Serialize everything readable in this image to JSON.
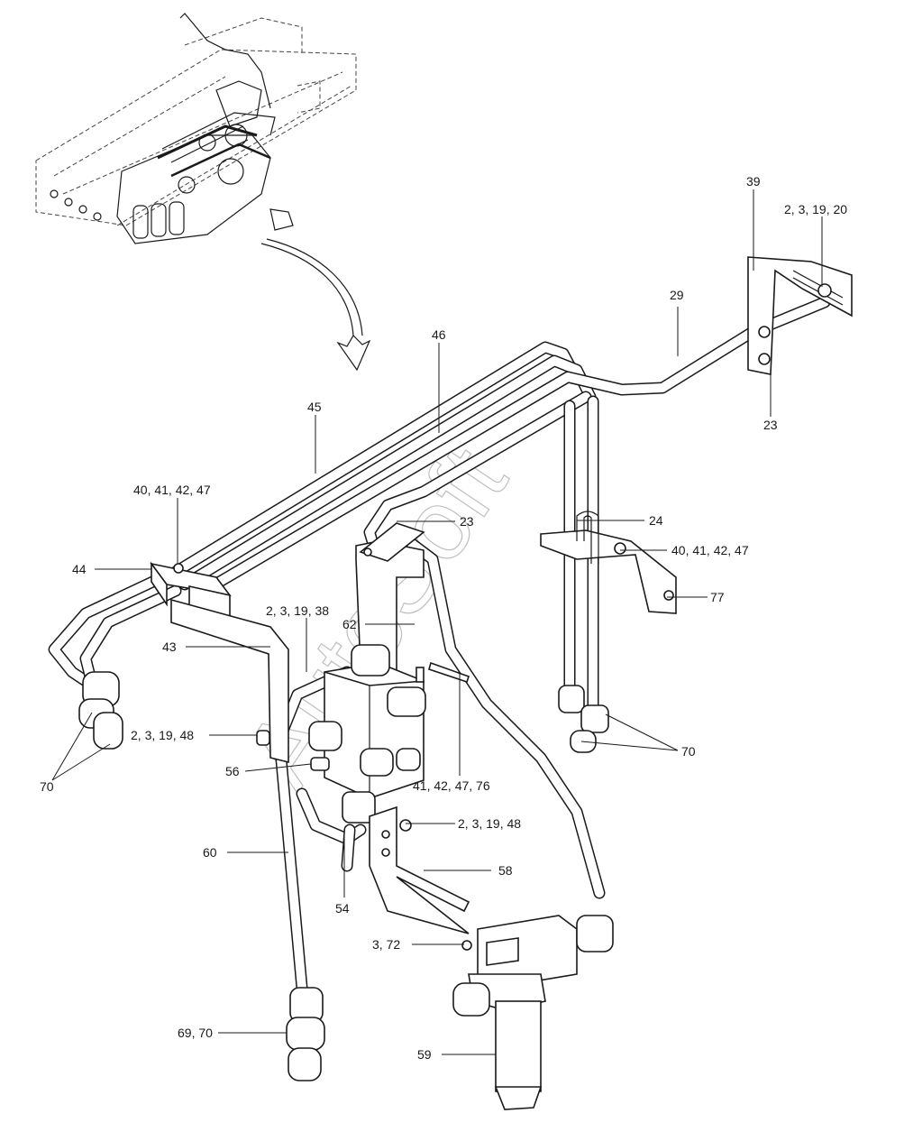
{
  "watermark": "AutoSoft",
  "callouts": [
    {
      "id": "c39",
      "text": "39"
    },
    {
      "id": "c2_3_19_20",
      "text": "2, 3, 19, 20"
    },
    {
      "id": "c29",
      "text": "29"
    },
    {
      "id": "c46",
      "text": "46"
    },
    {
      "id": "c23a",
      "text": "23"
    },
    {
      "id": "c45",
      "text": "45"
    },
    {
      "id": "c40_41_42_47a",
      "text": "40, 41, 42, 47"
    },
    {
      "id": "c23b",
      "text": "23"
    },
    {
      "id": "c24",
      "text": "24"
    },
    {
      "id": "c44",
      "text": "44"
    },
    {
      "id": "c40_41_42_47b",
      "text": "40, 41, 42, 47"
    },
    {
      "id": "c77",
      "text": "77"
    },
    {
      "id": "c2_3_19_38",
      "text": "2, 3, 19, 38"
    },
    {
      "id": "c62",
      "text": "62"
    },
    {
      "id": "c43",
      "text": "43"
    },
    {
      "id": "c2_3_19_48a",
      "text": "2, 3, 19, 48"
    },
    {
      "id": "c70a",
      "text": "70"
    },
    {
      "id": "c70b",
      "text": "70"
    },
    {
      "id": "c56",
      "text": "56"
    },
    {
      "id": "c41_42_47_76",
      "text": "41, 42, 47, 76"
    },
    {
      "id": "c2_3_19_48b",
      "text": "2, 3, 19, 48"
    },
    {
      "id": "c60",
      "text": "60"
    },
    {
      "id": "c58",
      "text": "58"
    },
    {
      "id": "c54",
      "text": "54"
    },
    {
      "id": "c3_72",
      "text": "3, 72"
    },
    {
      "id": "c69_70",
      "text": "69, 70"
    },
    {
      "id": "c59",
      "text": "59"
    }
  ]
}
